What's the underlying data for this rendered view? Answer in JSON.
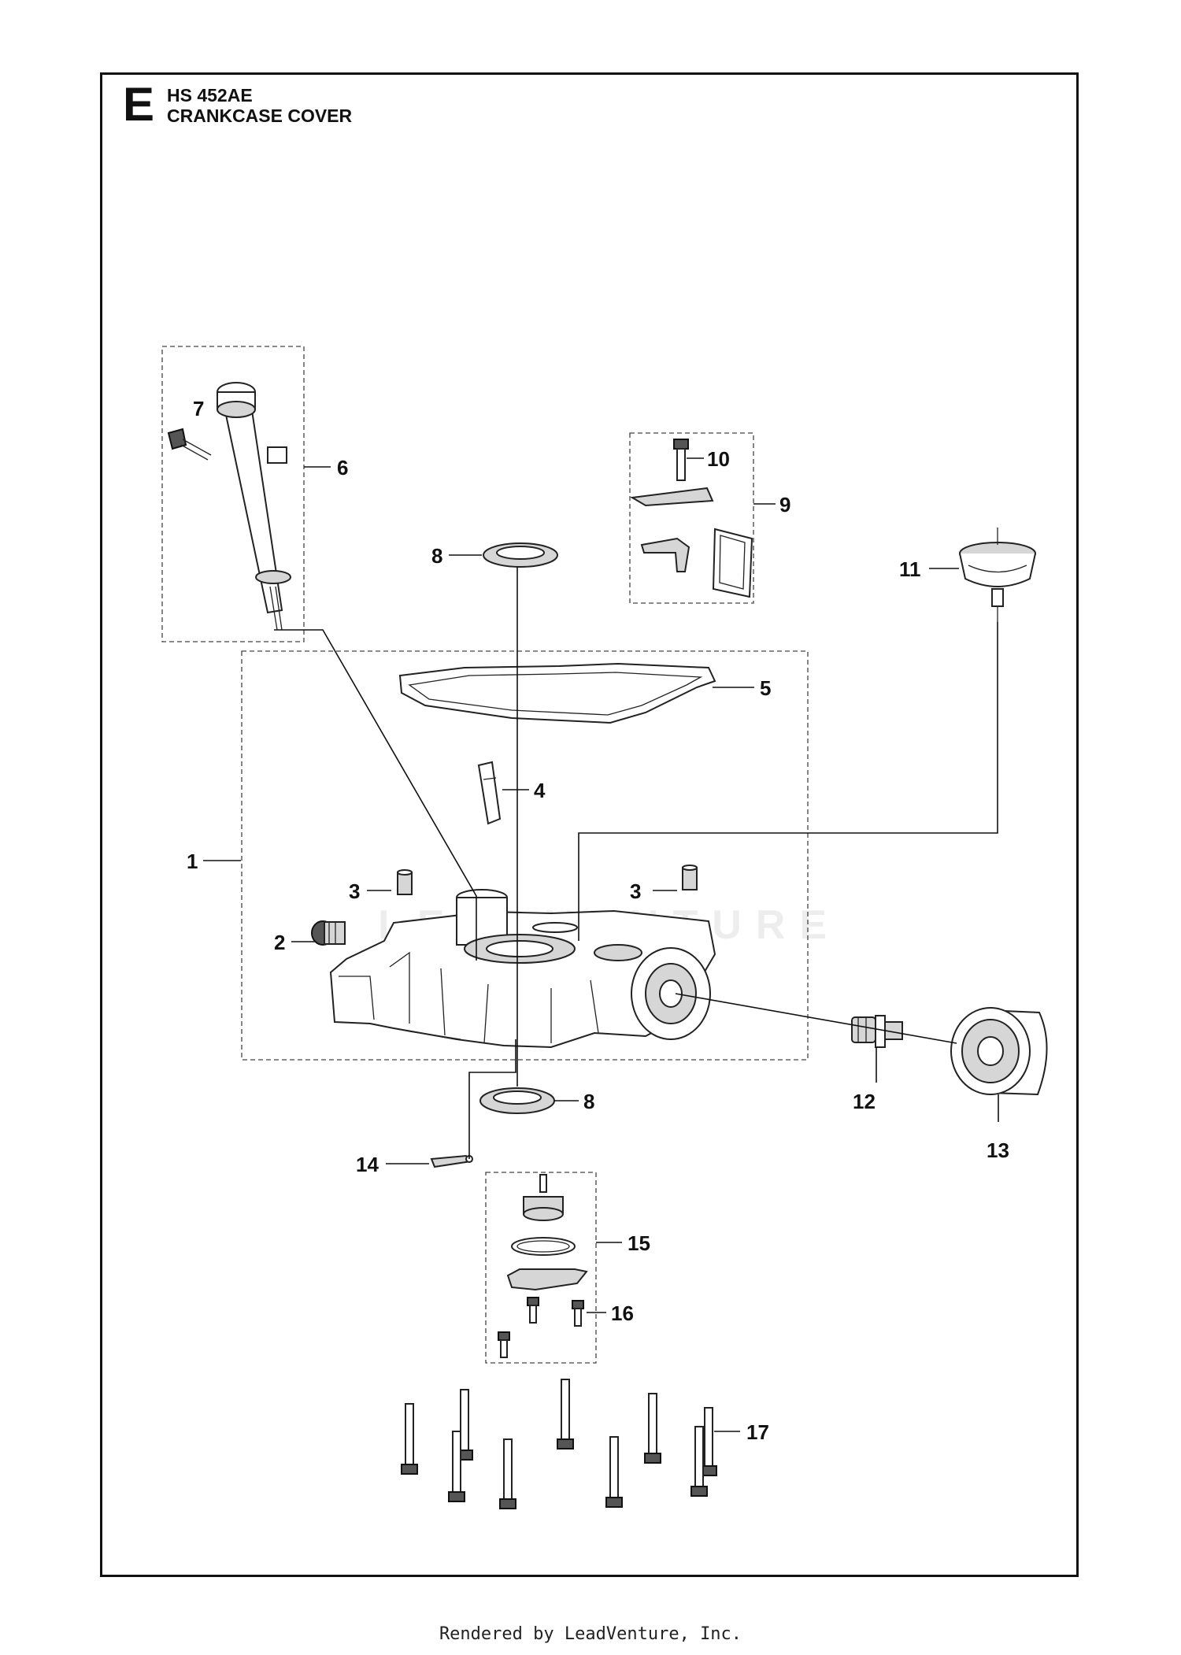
{
  "header": {
    "section_letter": "E",
    "model": "HS 452AE",
    "title": "CRANKCASE COVER"
  },
  "watermark": "LEADVENTURE",
  "callouts": [
    {
      "id": "1",
      "label": "1"
    },
    {
      "id": "2",
      "label": "2"
    },
    {
      "id": "3a",
      "label": "3"
    },
    {
      "id": "3b",
      "label": "3"
    },
    {
      "id": "4",
      "label": "4"
    },
    {
      "id": "5",
      "label": "5"
    },
    {
      "id": "6",
      "label": "6"
    },
    {
      "id": "7",
      "label": "7"
    },
    {
      "id": "8a",
      "label": "8"
    },
    {
      "id": "8b",
      "label": "8"
    },
    {
      "id": "9",
      "label": "9"
    },
    {
      "id": "10",
      "label": "10"
    },
    {
      "id": "11",
      "label": "11"
    },
    {
      "id": "12",
      "label": "12"
    },
    {
      "id": "13",
      "label": "13"
    },
    {
      "id": "14",
      "label": "14"
    },
    {
      "id": "15",
      "label": "15"
    },
    {
      "id": "16",
      "label": "16"
    },
    {
      "id": "17",
      "label": "17"
    }
  ],
  "footer": "Rendered by LeadVenture, Inc."
}
